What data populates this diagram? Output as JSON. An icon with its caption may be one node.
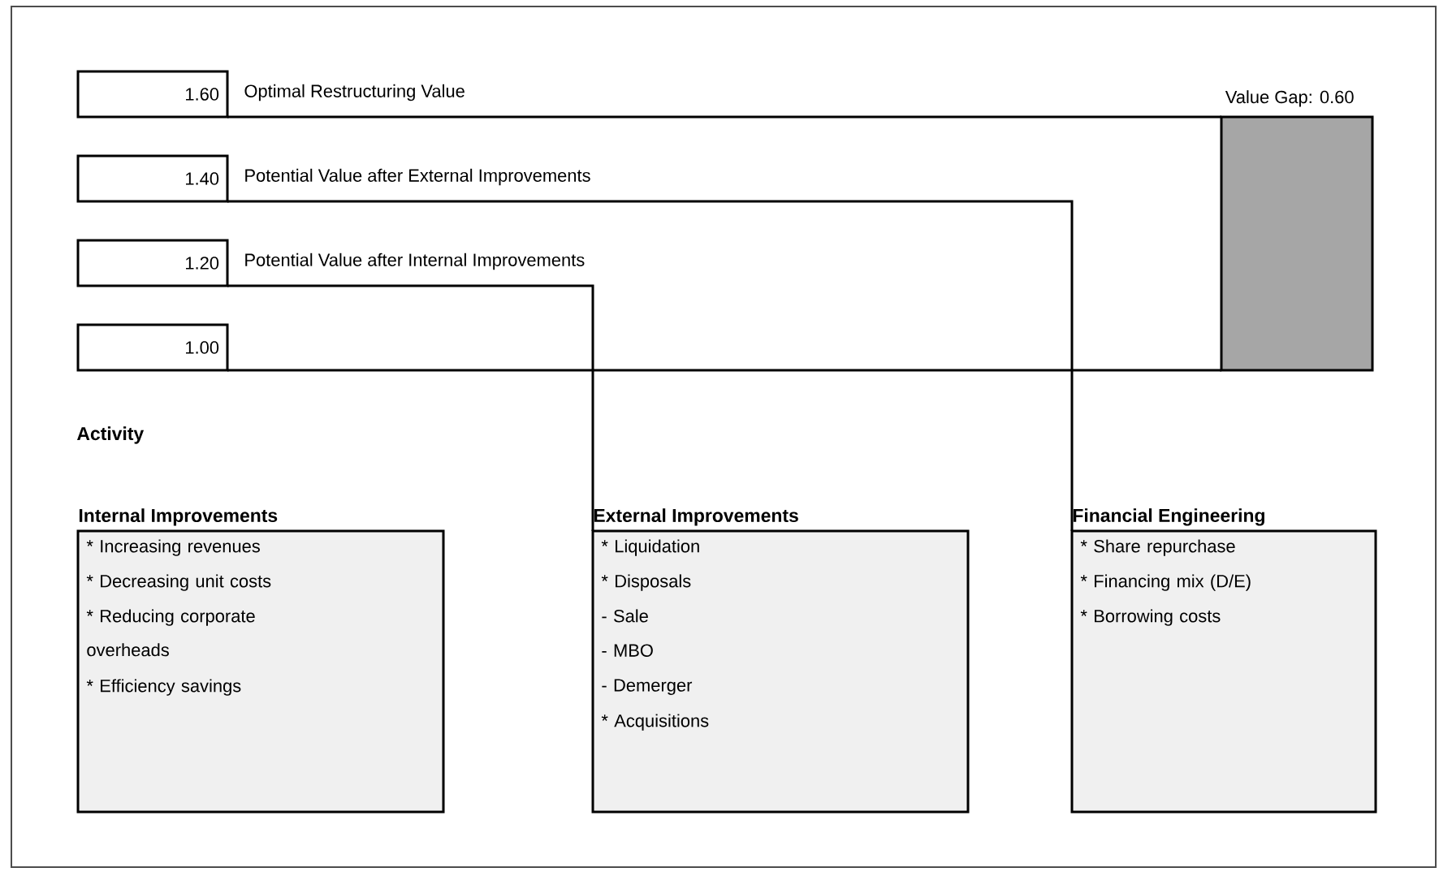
{
  "diagram": {
    "nodes": [
      {
        "text": [
          "1.60"
        ],
        "beside": [
          "Optimal Restructuring Value"
        ]
      },
      {
        "text": [
          "1.40"
        ],
        "beside": [
          "Potential Value after External Improvements"
        ]
      },
      {
        "text": [
          "1.20"
        ],
        "beside": [
          "Potential Value after Internal Improvements"
        ]
      },
      {
        "text": [
          "1.00"
        ]
      },
      {
        "text": [
          "Value Gap: 0.60"
        ]
      },
      {
        "text": [
          "Internal Improvements",
          "* Increasing revenues",
          "* Decreasing unit costs",
          "* Reducing corporate overheads",
          "* Efficiency savings"
        ]
      },
      {
        "text": [
          "External Improvements",
          "* Liquidation",
          "* Disposals",
          "- Sale",
          "- MBO",
          "- Demerger",
          "* Acquisitions"
        ]
      },
      {
        "text": [
          "Financial Engineering",
          "* Share repurchase",
          "* Financing mix (D/E)",
          "* Borrowing costs"
        ]
      }
    ],
    "edges": [
      {
        "from": 0,
        "to": 4,
        "arrow": "none"
      },
      {
        "from": 1,
        "to": 7,
        "arrow": "none"
      },
      {
        "from": 2,
        "to": 6,
        "arrow": "none"
      },
      {
        "from": 3,
        "to": 4,
        "arrow": "none"
      }
    ],
    "labels": [
      "Activity"
    ]
  }
}
